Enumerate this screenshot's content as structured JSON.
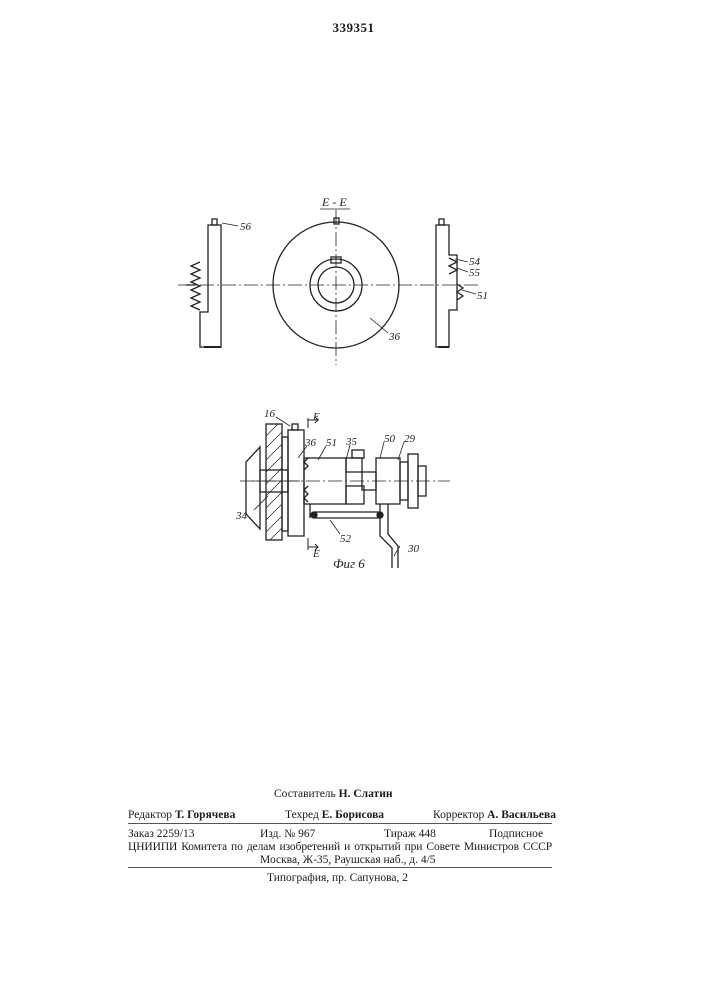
{
  "patent_number": "339351",
  "figure": {
    "section_label": "Е - Е",
    "caption": "Фиг 6",
    "part_labels": {
      "p56": "56",
      "p36_top": "36",
      "p54": "54",
      "p55": "55",
      "p51_top": "51",
      "p16": "16",
      "p36_bottom": "36",
      "p51_bottom": "51",
      "p35": "35",
      "p50": "50",
      "p29": "29",
      "p34": "34",
      "p52": "52",
      "p30": "30",
      "section_mark_top": "Е",
      "section_mark_bottom": "Е"
    }
  },
  "imprint": {
    "compiler_role": "Составитель",
    "compiler_name": "Н. Слатин",
    "editor_role": "Редактор",
    "editor_name": "Т. Горячева",
    "techred_role": "Техред",
    "techred_name": "Е. Борисова",
    "corrector_role": "Корректор",
    "corrector_name": "А. Васильева",
    "order": "Заказ 2259/13",
    "edition": "Изд. № 967",
    "circulation": "Тираж 448",
    "subscription": "Подписное",
    "org_line": "ЦНИИПИ Комитета по делам изобретений и открытий при Совете Министров СССР",
    "address": "Москва, Ж-35, Раушская наб., д. 4/5",
    "printer": "Типография, пр. Сапунова, 2"
  }
}
